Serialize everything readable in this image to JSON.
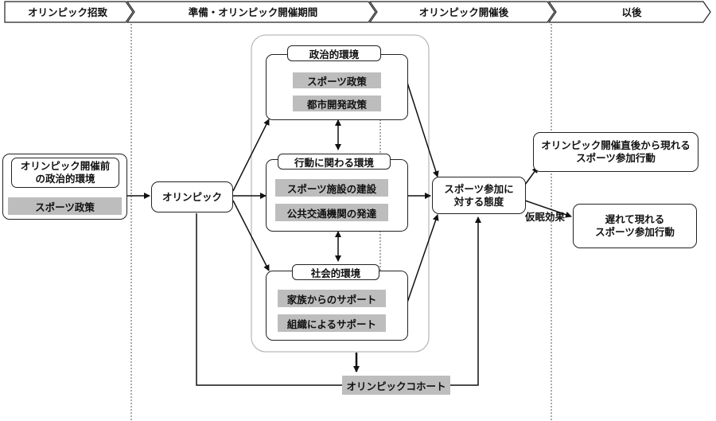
{
  "phases": [
    "オリンピック招致",
    "準備・オリンピック開催期間",
    "オリンピック開催後",
    "以後"
  ],
  "pre_env": {
    "title": "オリンピック開催前\nの政治的環境",
    "item": "スポーツ政策"
  },
  "olympics": "オリンピック",
  "political": {
    "title": "政治的環境",
    "items": [
      "スポーツ政策",
      "都市開発政策"
    ]
  },
  "behavior": {
    "title": "行動に関わる環境",
    "items": [
      "スポーツ施設の建設",
      "公共交通機関の発達"
    ]
  },
  "social": {
    "title": "社会的環境",
    "items": [
      "家族からのサポート",
      "組織によるサポート"
    ]
  },
  "attitude": "スポーツ参加に\n対する態度",
  "immediate": "オリンピック開催直後から現れる\nスポーツ参加行動",
  "delayed": "遅れて現れる\nスポーツ参加行動",
  "sleeper": "仮眠効果",
  "cohort": "オリンピックコホート"
}
